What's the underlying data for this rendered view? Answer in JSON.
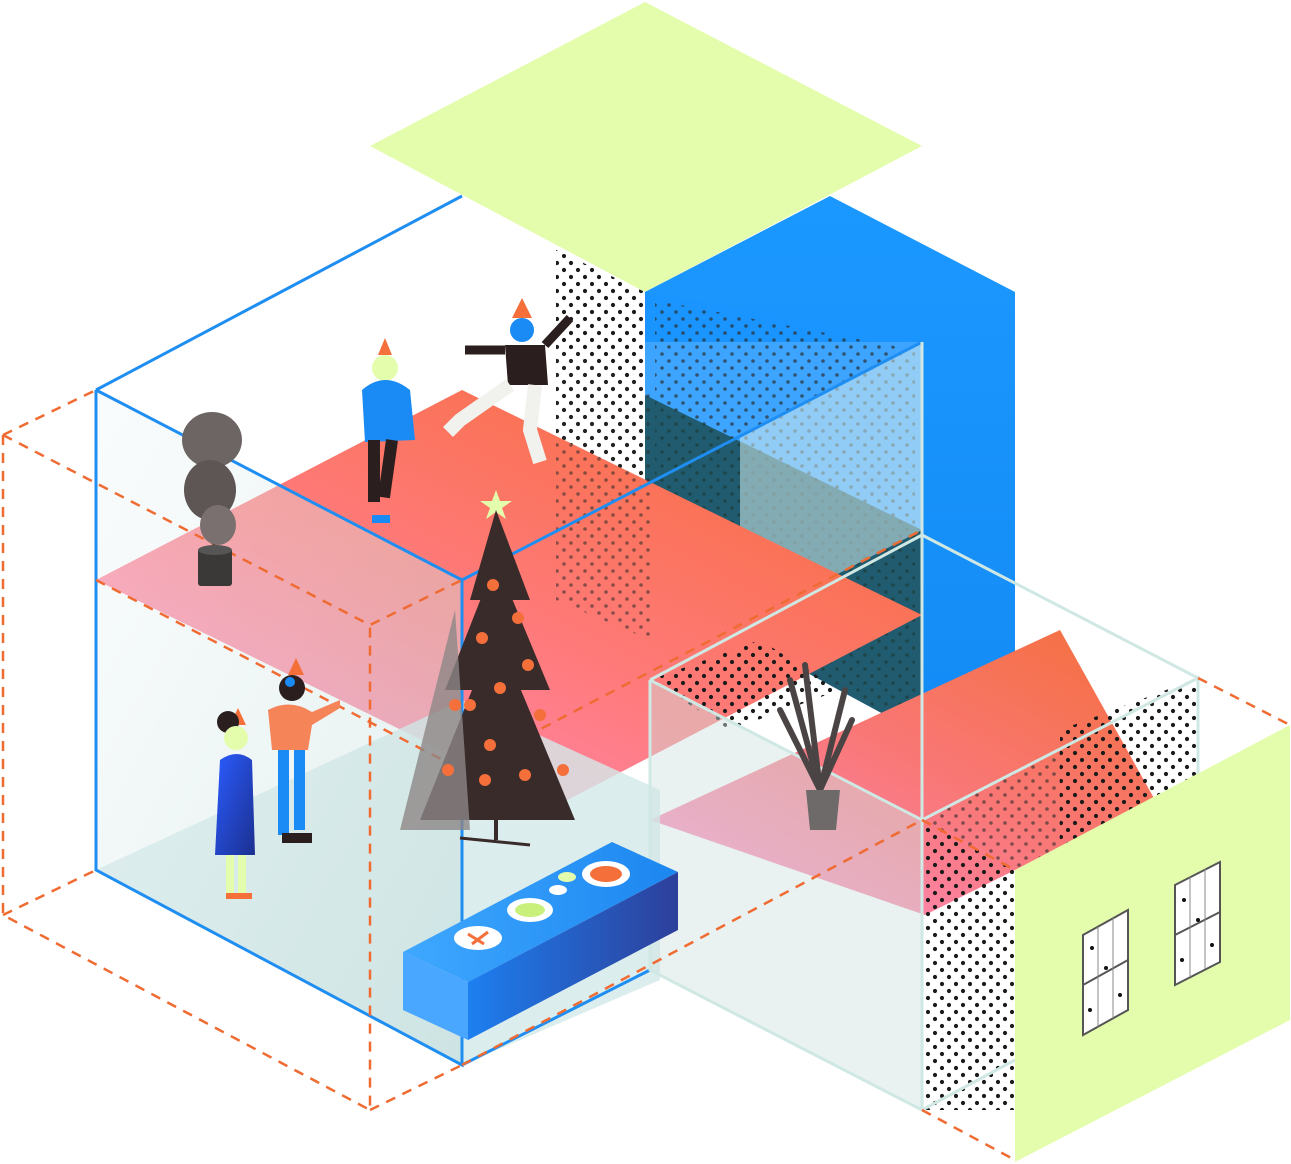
{
  "illustration": {
    "subject": "isometric-holiday-party-house-cutaway",
    "rooms": [
      "upper-floor-room",
      "ground-floor-room",
      "side-extension"
    ],
    "figures": [
      "person-blue-sweater",
      "person-dancing",
      "person-blue-dress",
      "person-orange-sweater"
    ],
    "props": [
      "christmas-tree",
      "potted-plant",
      "potted-palm",
      "buffet-table",
      "windows"
    ]
  },
  "colors": {
    "lime": "#e4fdac",
    "blue": "#1a96ff",
    "orange": "#f46f3a",
    "pink": "#ff8fcf",
    "teal_glass": "#d6ecec",
    "dark": "#2b1e1e",
    "dashed_orange": "#ef6b32",
    "outline_blue": "#1f8ef2",
    "outline_light": "#cfe8e4"
  }
}
